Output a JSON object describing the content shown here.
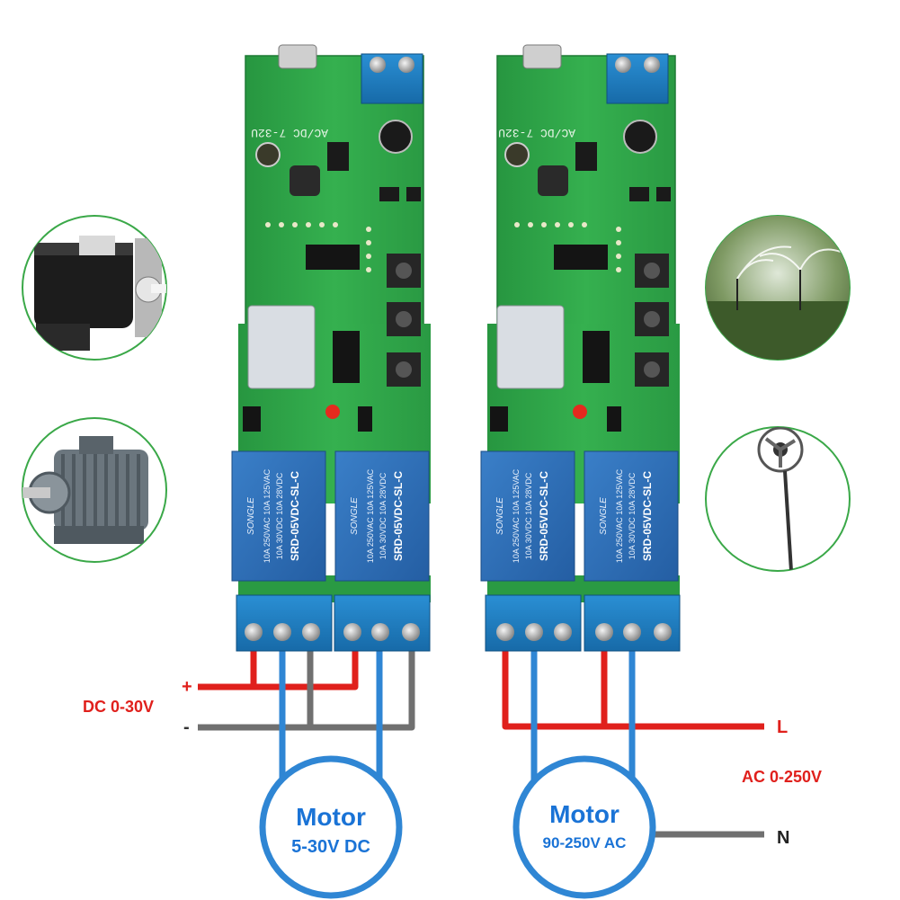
{
  "boards": [
    {
      "silkscreen": "AC/DC 7-32U",
      "relays": [
        {
          "brand": "SONGLE",
          "model": "SRD-05VDC-SL-C",
          "rating_ac": "10A 250VAC 10A 125VAC",
          "rating_dc": "10A 30VDC 10A 28VDC"
        },
        {
          "brand": "SONGLE",
          "model": "SRD-05VDC-SL-C",
          "rating_ac": "10A 250VAC 10A 125VAC",
          "rating_dc": "10A 30VDC 10A 28VDC"
        }
      ]
    },
    {
      "silkscreen": "AC/DC 7-32U",
      "relays": [
        {
          "brand": "SONGLE",
          "model": "SRD-05VDC-SL-C",
          "rating_ac": "10A 250VAC 10A 125VAC",
          "rating_dc": "10A 30VDC 10A 28VDC"
        },
        {
          "brand": "SONGLE",
          "model": "SRD-05VDC-SL-C",
          "rating_ac": "10A 250VAC 10A 125VAC",
          "rating_dc": "10A 30VDC 10A 28VDC"
        }
      ]
    }
  ],
  "dc_circuit": {
    "supply_label": "DC 0-30V",
    "plus_label": "+",
    "minus_label": "-",
    "motor_title": "Motor",
    "motor_rating": "5-30V DC"
  },
  "ac_circuit": {
    "live_label": "L",
    "neutral_label": "N",
    "supply_label": "AC 0-250V",
    "motor_title": "Motor",
    "motor_rating": "90-250V AC"
  },
  "colors": {
    "pcb": "#2fa84a",
    "relay": "#2f6fb8",
    "terminal": "#1f7fc4",
    "wire_red": "#e0201c",
    "wire_blue": "#2f86d4",
    "wire_gray": "#707070",
    "label_red": "#e0201c",
    "label_blue": "#1a73d6"
  },
  "icons": [
    "dc-motor-icon",
    "induction-motor-icon",
    "sprinkler-icon",
    "fan-icon"
  ]
}
